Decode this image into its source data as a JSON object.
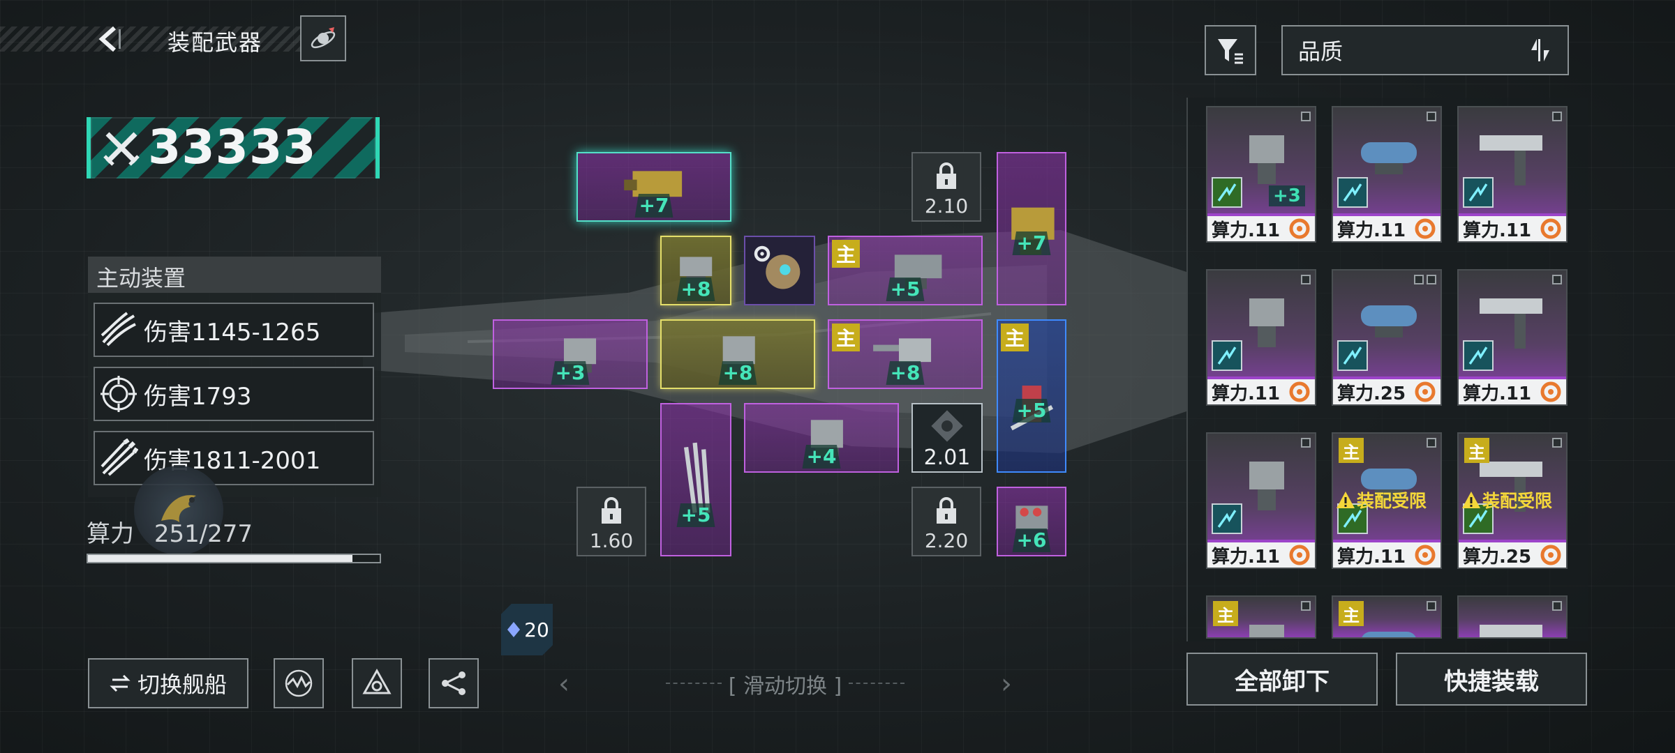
{
  "header": {
    "title": "装配武器"
  },
  "power": {
    "value": "33333"
  },
  "active_devices": {
    "title": "主动装置",
    "items": [
      {
        "label": "伤害1145-1265",
        "icon": "triple-claw-icon"
      },
      {
        "label": "伤害1793",
        "icon": "radar-target-icon"
      },
      {
        "label": "伤害1811-2001",
        "icon": "triple-missile-icon"
      }
    ]
  },
  "compute": {
    "label": "算力",
    "current": "251",
    "max": "277",
    "text": "251/277",
    "fraction": 0.906
  },
  "bottom_left": {
    "switch_ship_label": "切换舰船",
    "share_count": "20"
  },
  "swipe_hint": "[ 滑动切换 ]",
  "slots": {
    "levels": {
      "a": "+7",
      "b": "+8",
      "c": "+5",
      "d": "+7",
      "e": "+3",
      "f": "+8",
      "g": "+8",
      "h": "+5",
      "i": "+5",
      "j": "+4",
      "k": "+6"
    },
    "main_tag": "主",
    "locks": [
      "2.10",
      "1.60",
      "2.20"
    ],
    "core_value": "2.01"
  },
  "inventory": {
    "sort_label": "品质",
    "cards": [
      {
        "compute": "算力.11",
        "level": "+3",
        "main": "",
        "warn": ""
      },
      {
        "compute": "算力.11",
        "level": "",
        "main": "",
        "warn": ""
      },
      {
        "compute": "算力.11",
        "level": "",
        "main": "",
        "warn": ""
      },
      {
        "compute": "算力.11",
        "level": "",
        "main": "",
        "warn": ""
      },
      {
        "compute": "算力.25",
        "level": "",
        "main": "",
        "warn": ""
      },
      {
        "compute": "算力.11",
        "level": "",
        "main": "",
        "warn": ""
      },
      {
        "compute": "算力.11",
        "level": "",
        "main": "",
        "warn": ""
      },
      {
        "compute": "算力.11",
        "level": "",
        "main": "主",
        "warn": "装配受限"
      },
      {
        "compute": "算力.25",
        "level": "",
        "main": "主",
        "warn": "装配受限"
      },
      {
        "compute": "",
        "level": "",
        "main": "主",
        "warn": ""
      },
      {
        "compute": "",
        "level": "",
        "main": "主",
        "warn": ""
      },
      {
        "compute": "",
        "level": "",
        "main": "",
        "warn": ""
      }
    ],
    "unequip_all_label": "全部卸下",
    "quick_equip_label": "快捷装载"
  },
  "colors": {
    "accent_teal": "#2fd7b5",
    "slot_purple": "#c061e0",
    "slot_yellow": "#e5df6a",
    "slot_blue": "#3f8bff",
    "main_tag": "#c7ad1c",
    "warn": "#f4d73a"
  }
}
